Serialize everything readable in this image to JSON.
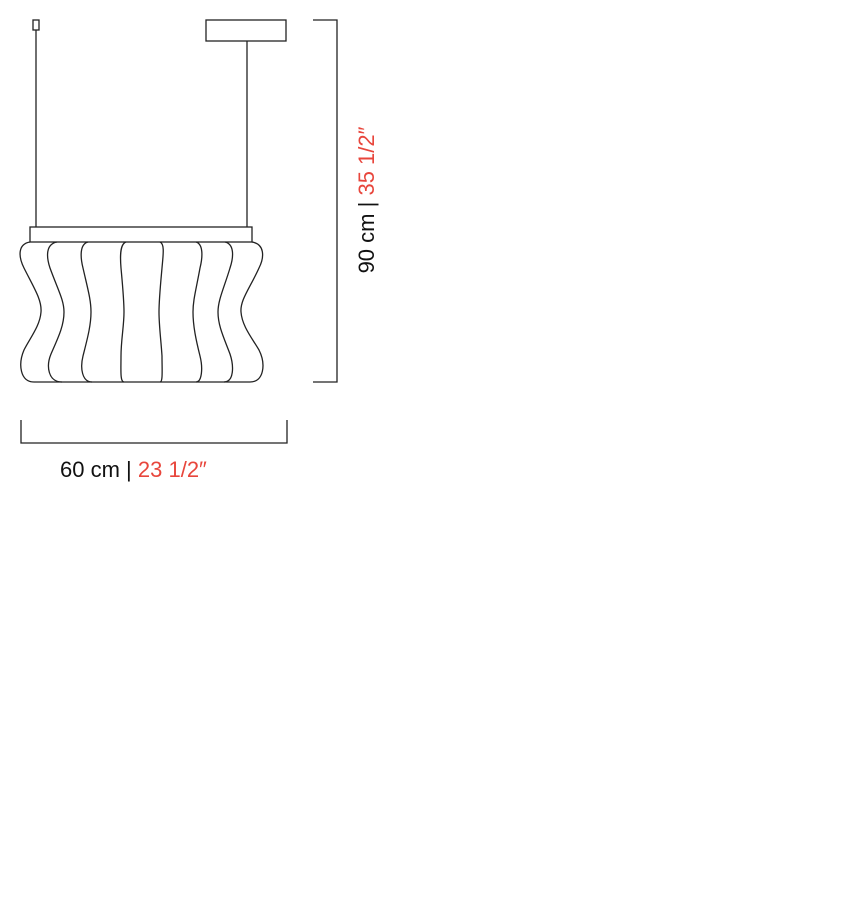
{
  "width_dimension": {
    "metric": "60 cm",
    "separator": "|",
    "imperial": "23 1/2″"
  },
  "height_dimension": {
    "metric": "90 cm",
    "separator": "|",
    "imperial": "35 1/2″"
  },
  "colors": {
    "line": "#111111",
    "imperial_text": "#e8463c"
  }
}
